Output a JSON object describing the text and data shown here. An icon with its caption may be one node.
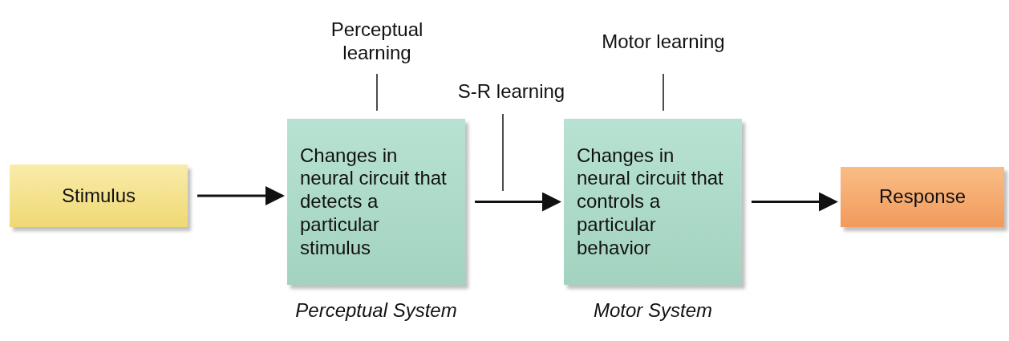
{
  "diagram": {
    "nodes": [
      {
        "text": [
          "Stimulus"
        ]
      },
      {
        "text": [
          "Changes in neural circuit that detects a particular stimulus"
        ],
        "beside": [
          "Perceptual System"
        ]
      },
      {
        "text": [
          "Changes in neural circuit that controls a particular behavior"
        ],
        "beside": [
          "Motor System"
        ]
      },
      {
        "text": [
          "Response"
        ]
      },
      {
        "text": [
          "Perceptual learning"
        ]
      },
      {
        "text": [
          "S-R learning"
        ]
      },
      {
        "text": [
          "Motor learning"
        ]
      }
    ],
    "edges": [
      {
        "from": 0,
        "to": 1,
        "arrow": "to"
      },
      {
        "from": 1,
        "to": 2,
        "arrow": "to"
      },
      {
        "from": 2,
        "to": 3,
        "arrow": "to"
      },
      {
        "from": 4,
        "to": 1,
        "arrow": "none"
      },
      {
        "from": 5,
        "to": null,
        "arrow": "none"
      },
      {
        "from": 6,
        "to": 2,
        "arrow": "none"
      }
    ]
  }
}
